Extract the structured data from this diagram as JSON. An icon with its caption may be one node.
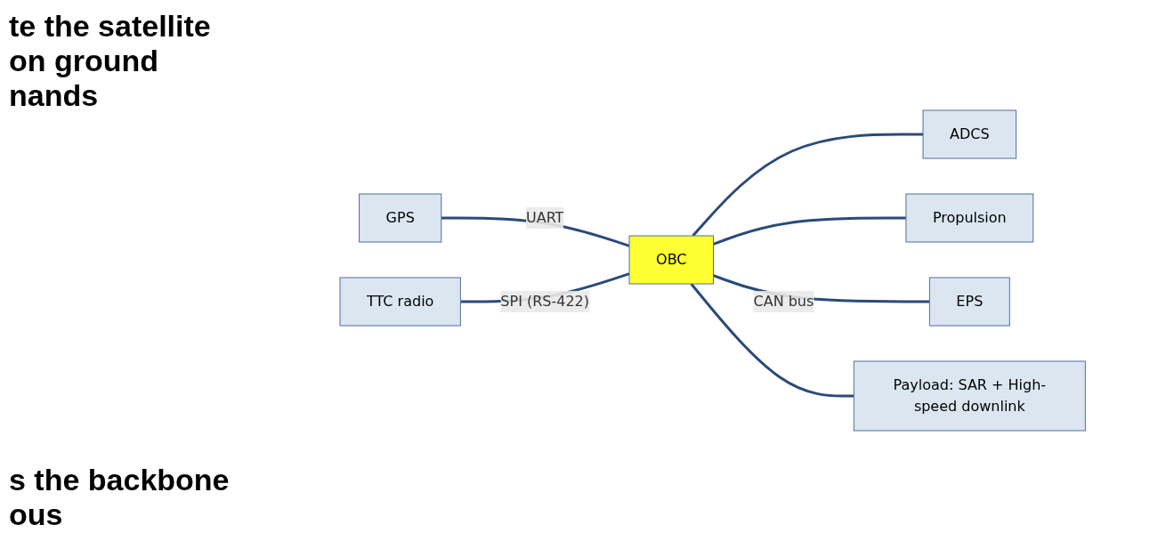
{
  "diagram": {
    "nodes": [
      {
        "text": [
          "GPS"
        ]
      },
      {
        "text": [
          "ADCS"
        ]
      },
      {
        "text": [
          "EPS"
        ]
      },
      {
        "text": [
          "TTC radio"
        ]
      },
      {
        "text": [
          "OBC"
        ]
      },
      {
        "text": [
          "Propulsion"
        ]
      },
      {
        "text": [
          "Payload: SAR + High-speed downlink"
        ]
      }
    ],
    "edges": [
      {
        "from": 0,
        "to": 4,
        "arrow": "none",
        "label": "UART"
      },
      {
        "from": 3,
        "to": 4,
        "arrow": "none",
        "label": "SPI (RS-422)"
      },
      {
        "from": 4,
        "to": 1,
        "arrow": "none"
      },
      {
        "from": 4,
        "to": 5,
        "arrow": "none"
      },
      {
        "from": 4,
        "to": 2,
        "arrow": "none",
        "label": "CAN bus"
      },
      {
        "from": 4,
        "to": 6,
        "arrow": "none"
      }
    ],
    "labels": [
      "te the satellite",
      "on ground",
      "nands",
      "s the backbone",
      "ous"
    ]
  }
}
